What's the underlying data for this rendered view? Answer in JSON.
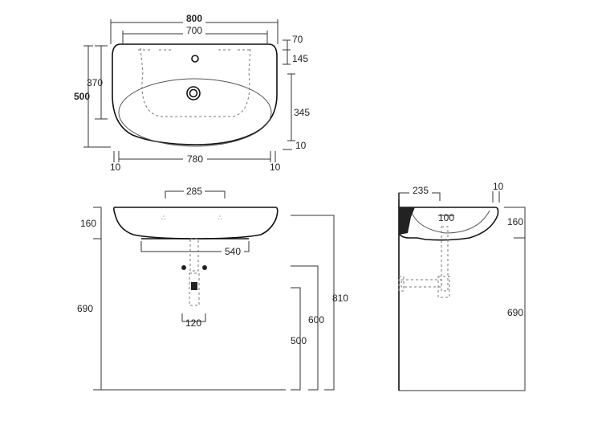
{
  "top_view": {
    "overall_width": "800",
    "inner_width": "700",
    "right_top": "70",
    "right_second": "145",
    "depth_total": "500",
    "depth_inner": "370",
    "right_middle": "345",
    "right_bottom": "10",
    "bottom_left": "10",
    "bottom_width": "780",
    "bottom_right": "10"
  },
  "front_view": {
    "tap_spacing": "285",
    "basin_height": "160",
    "bracket_width": "540",
    "floor_gap": "690",
    "trap_width": "120",
    "total_height": "810",
    "height_600": "600",
    "height_500": "500"
  },
  "side_view": {
    "projection": "235",
    "offset_top": "10",
    "bowl_depth": "100",
    "basin_height": "160",
    "floor_gap": "690"
  }
}
